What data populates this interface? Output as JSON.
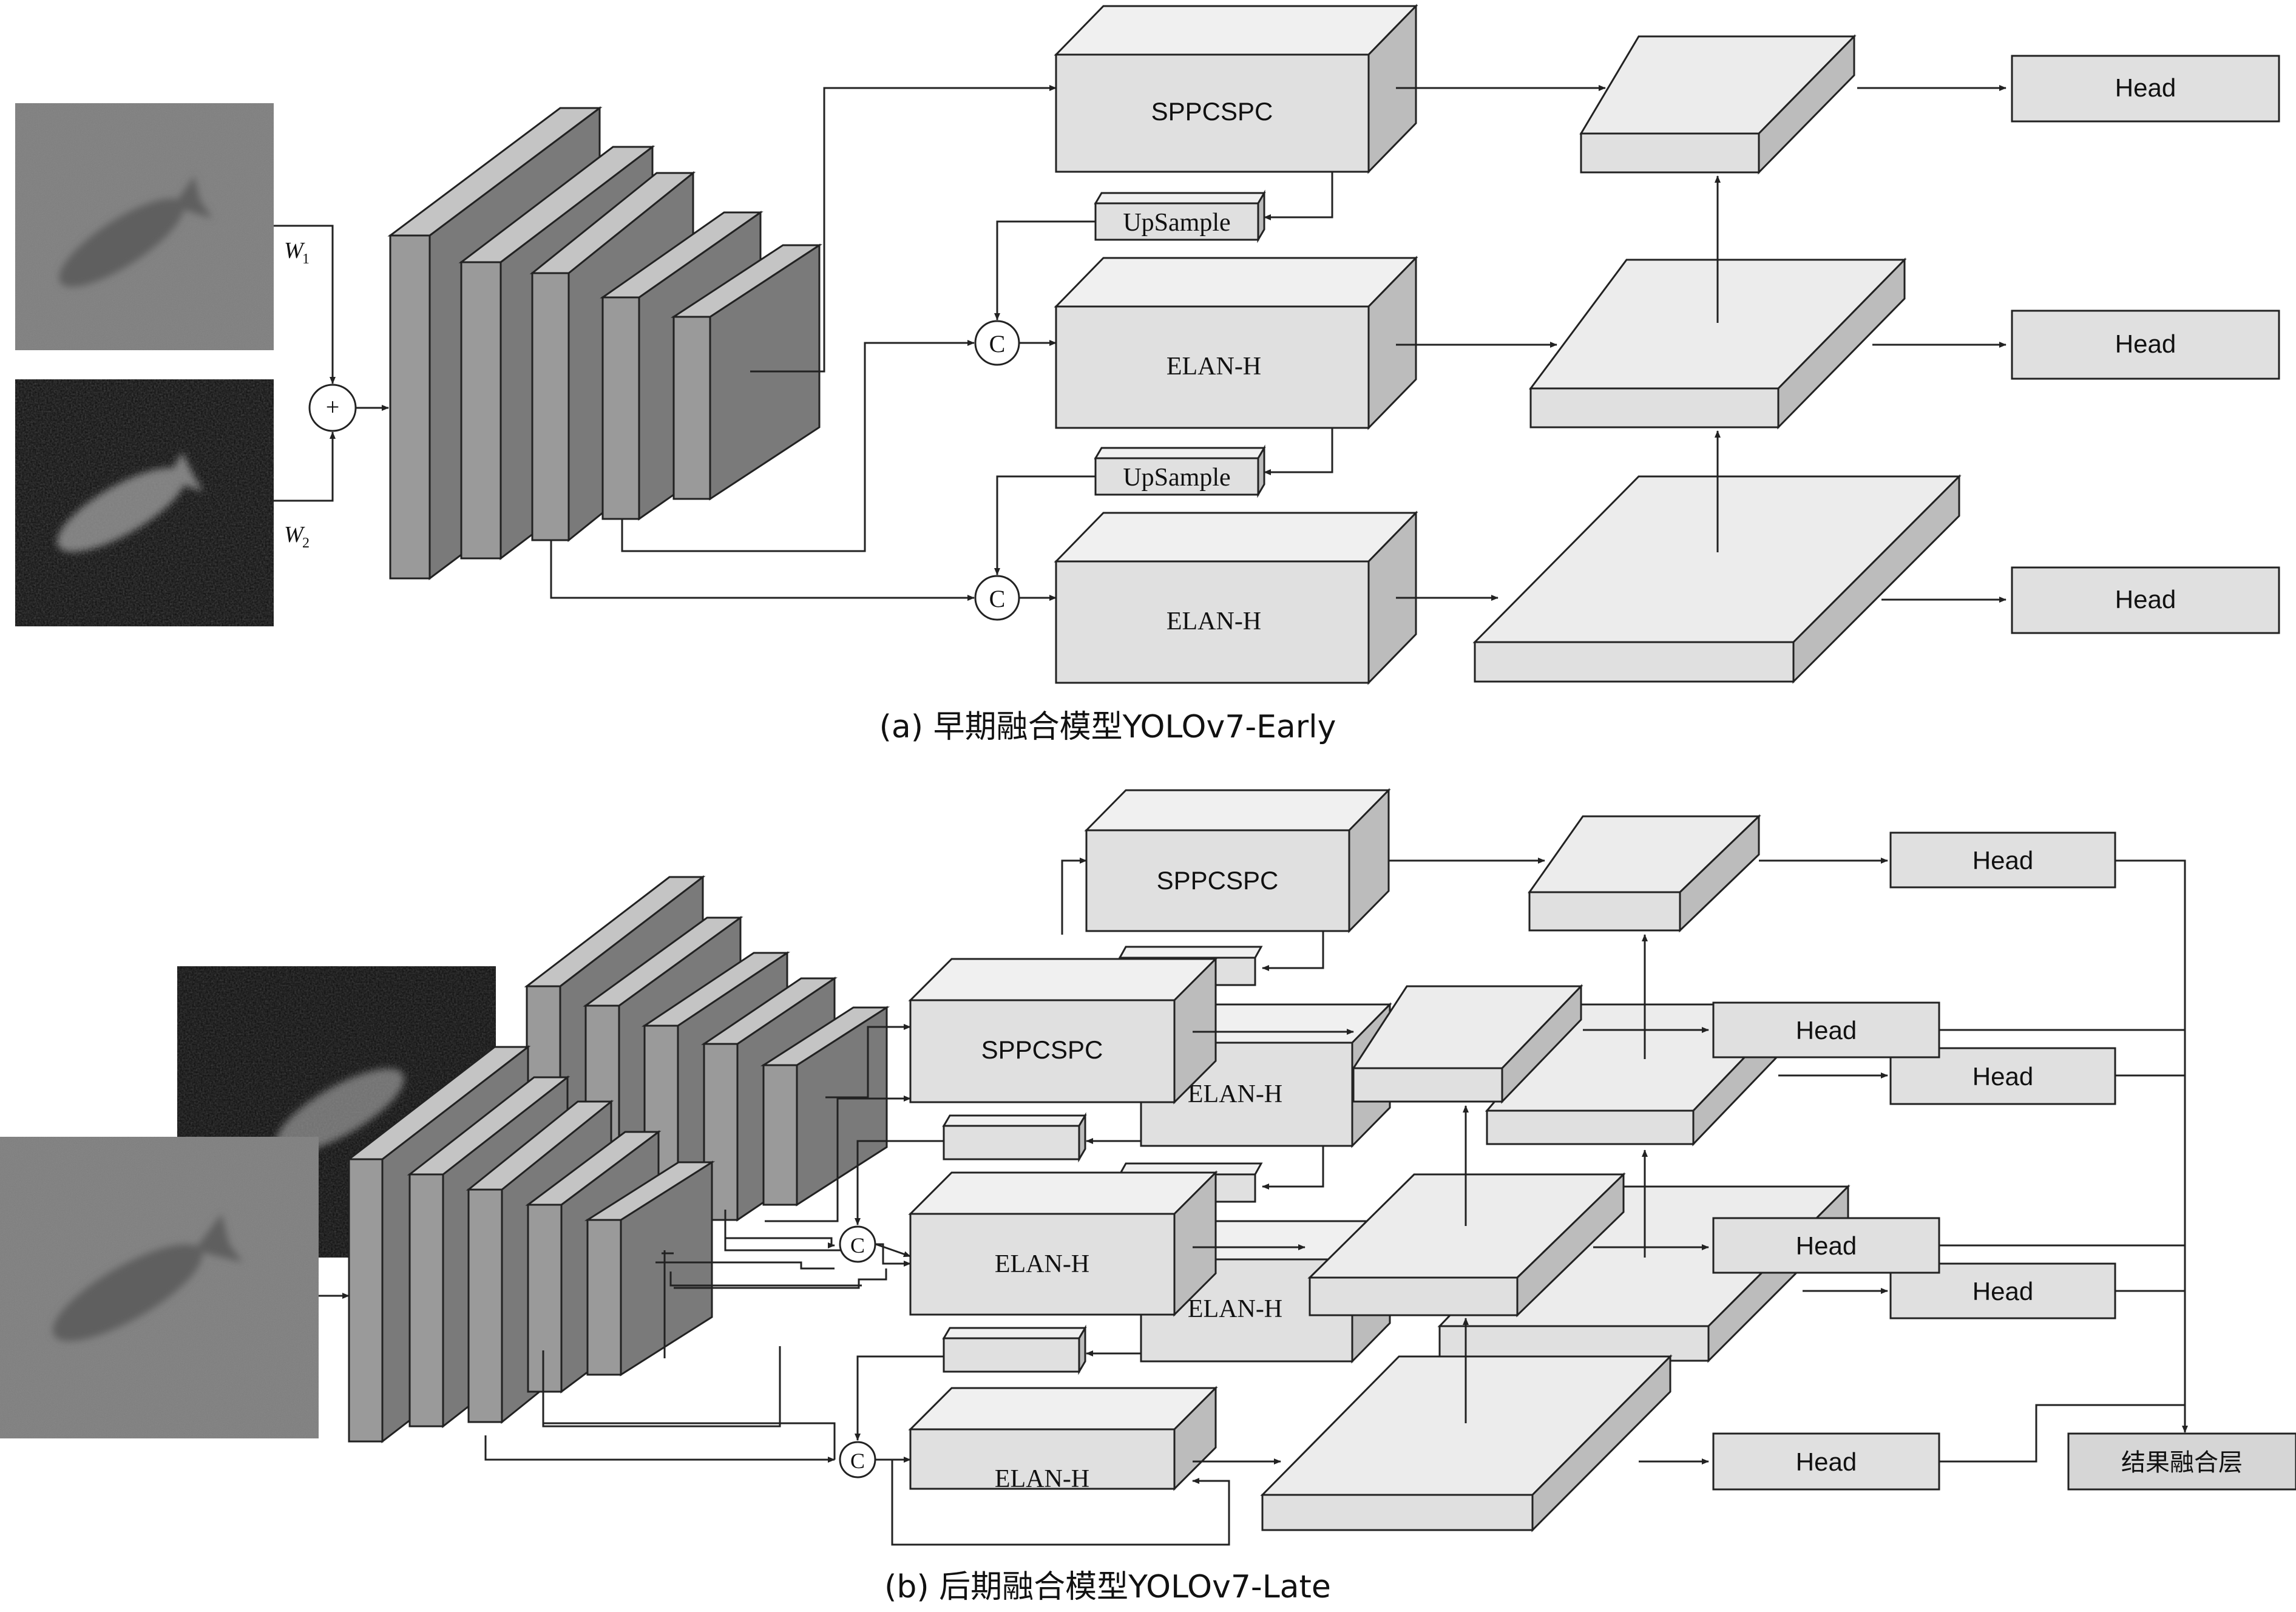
{
  "panel_a": {
    "caption": "(a) 早期融合模型YOLOv7-Early",
    "weight_1": "W",
    "weight_1_sub": "1",
    "weight_2": "W",
    "weight_2_sub": "2",
    "add_symbol": "+",
    "concat_symbol": "C",
    "sppcspc": "SPPCSPC",
    "upsample": "UpSample",
    "elan": "ELAN-H",
    "head": "Head"
  },
  "panel_b": {
    "caption": "(b) 后期融合模型YOLOv7-Late",
    "sppcspc": "SPPCSPC",
    "elan": "ELAN-H",
    "concat_symbol": "C",
    "head": "Head",
    "fusion": "结果融合层"
  },
  "colors": {
    "block_front": "#9a9a9a",
    "block_side": "#7a7a7a",
    "block_top": "#c4c4c4",
    "module_fill": "#e0e0e0",
    "line": "#222222"
  }
}
